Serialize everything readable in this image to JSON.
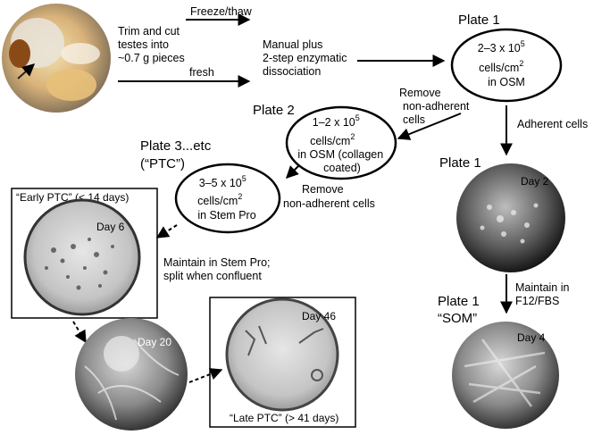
{
  "flow": {
    "trim_text": [
      "Trim and cut",
      "testes into",
      "~0.7 g pieces"
    ],
    "freeze_thaw": "Freeze/thaw",
    "fresh": "fresh",
    "dissociation": [
      "Manual plus",
      "2-step enzymatic",
      "dissociation"
    ],
    "remove_nonadherent_1": [
      "Remove",
      "non-adherent",
      "cells"
    ],
    "adherent_cells": "Adherent cells",
    "remove_nonadherent_2": [
      "Remove",
      "non-adherent cells"
    ],
    "maintain_stempro": [
      "Maintain in Stem Pro;",
      "split when confluent"
    ],
    "maintain_f12": [
      "Maintain in",
      "F12/FBS"
    ]
  },
  "plates": {
    "plate1_title": "Plate 1",
    "plate1_density": "2–3 x 10",
    "plate1_exp": "5",
    "plate1_unit": "cells/cm",
    "plate1_unit_exp": "2",
    "plate1_medium": "in OSM",
    "plate2_title": "Plate 2",
    "plate2_density": "1–2 x 10",
    "plate2_exp": "5",
    "plate2_unit": "cells/cm",
    "plate2_unit_exp": "2",
    "plate2_medium": [
      "in OSM (collagen",
      "coated)"
    ],
    "plate3_title": [
      "Plate 3...etc",
      "(“PTC”)"
    ],
    "plate3_density": "3–5 x 10",
    "plate3_exp": "5",
    "plate3_unit": "cells/cm",
    "plate3_unit_exp": "2",
    "plate3_medium": "in Stem Pro",
    "plate1_day2_title": "Plate 1",
    "plate1_som_title": [
      "Plate 1",
      "“SOM”"
    ]
  },
  "micrographs": {
    "early_ptc": "“Early PTC” (< 14 days)",
    "day6": "Day 6",
    "day20": "Day 20",
    "day46": "Day 46",
    "late_ptc": "“Late PTC” (> 41 days)",
    "day2": "Day 2",
    "day4": "Day 4"
  }
}
